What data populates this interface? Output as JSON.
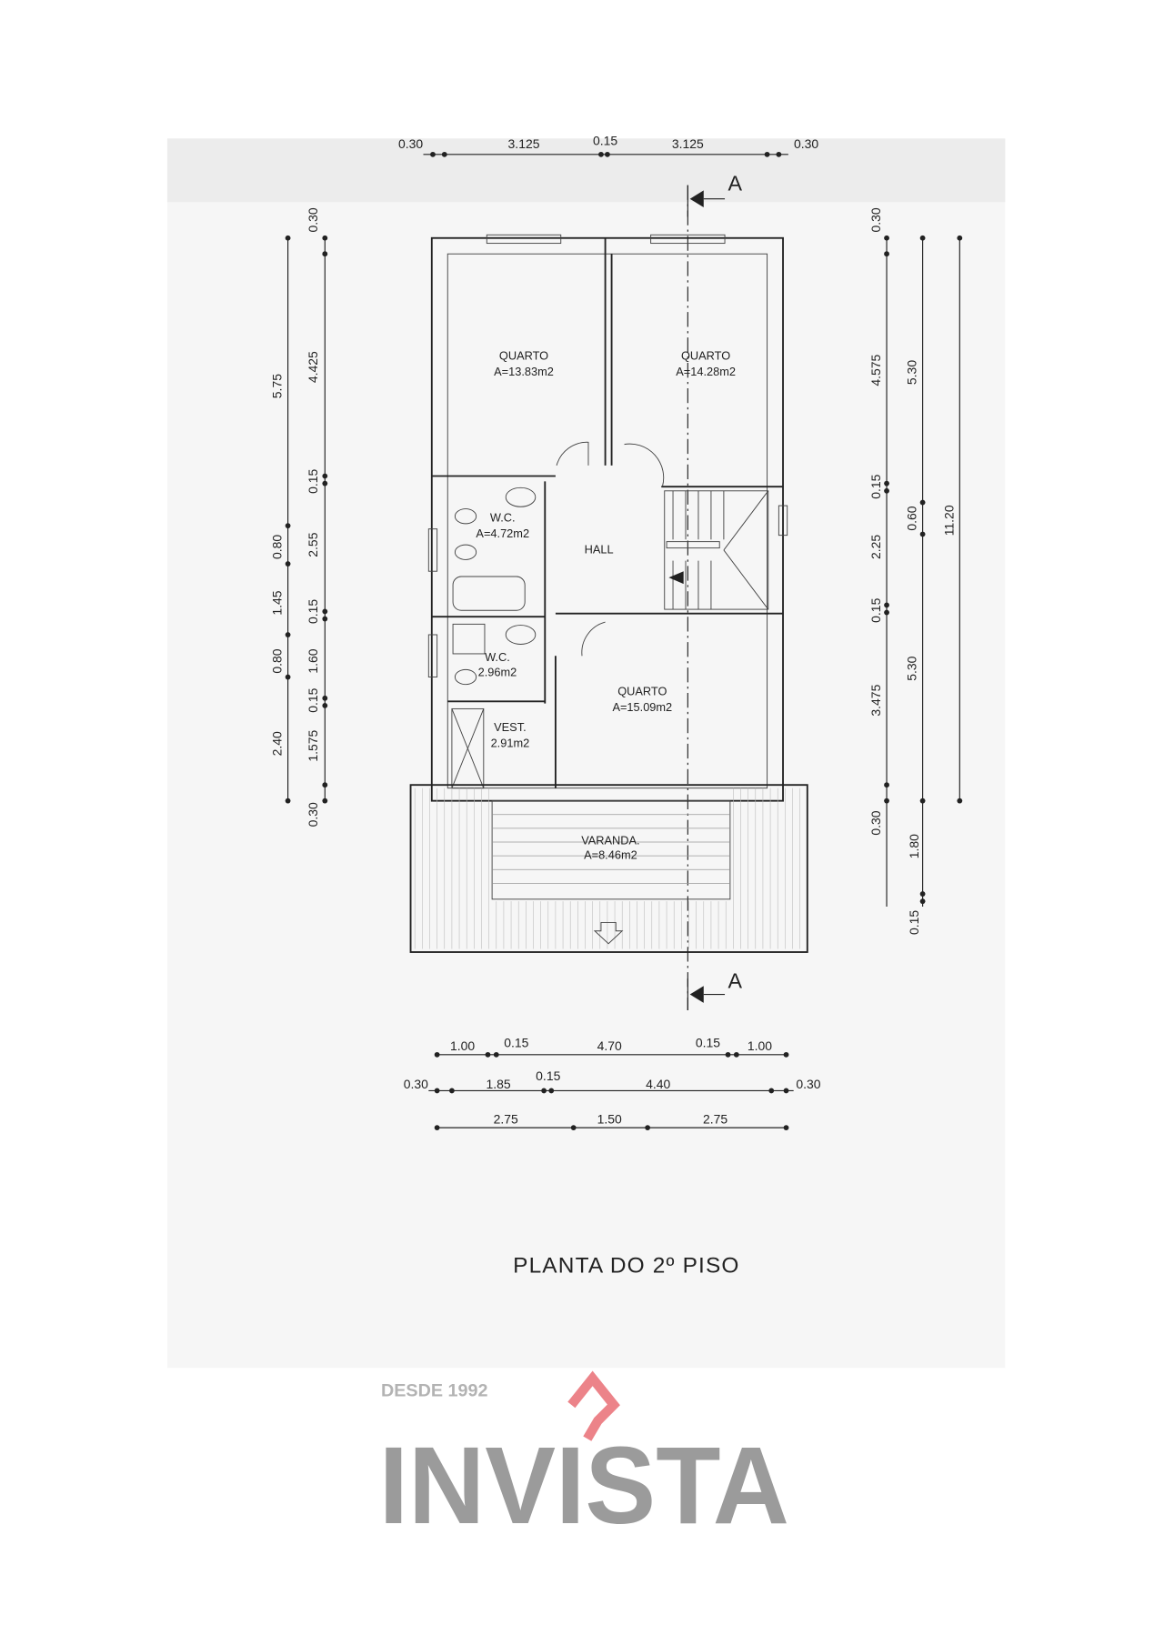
{
  "title": "PLANTA DO 2º PISO",
  "section_marker": "A",
  "watermark": {
    "brand": "INVISTA",
    "tagline": "DESDE 1992",
    "brand_color": "#7a7a7a",
    "accent_color": "#e0313a"
  },
  "rooms": [
    {
      "name": "QUARTO",
      "area": "A=13.83m2"
    },
    {
      "name": "QUARTO",
      "area": "A=14.28m2"
    },
    {
      "name": "W.C.",
      "area": "A=4.72m2"
    },
    {
      "name": "HALL"
    },
    {
      "name": "W.C.",
      "area": "2.96m2"
    },
    {
      "name": "QUARTO",
      "area": "A=15.09m2"
    },
    {
      "name": "VEST.",
      "area": "2.91m2"
    },
    {
      "name": "VARANDA.",
      "area": "A=8.46m2"
    }
  ],
  "dimensions": {
    "top": [
      "0.30",
      "3.125",
      "0.15",
      "3.125",
      "0.30"
    ],
    "left_outer": [
      "5.75",
      "0.80",
      "1.45",
      "0.80",
      "2.40"
    ],
    "left_inner": [
      "0.30",
      "4.425",
      "0.15",
      "2.55",
      "0.15",
      "1.60",
      "0.15",
      "1.575",
      "0.30"
    ],
    "right_inner": [
      "0.30",
      "4.575",
      "0.15",
      "2.25",
      "0.15",
      "3.475",
      "0.30",
      "1.80",
      "0.15"
    ],
    "right_middle": [
      "5.30",
      "0.60",
      "5.30"
    ],
    "right_outer": [
      "11.20"
    ],
    "bottom_row1": [
      "1.00",
      "0.15",
      "4.70",
      "0.15",
      "1.00"
    ],
    "bottom_row2": [
      "0.30",
      "1.85",
      "0.15",
      "4.40",
      "0.30"
    ],
    "bottom_row3": [
      "2.75",
      "1.50",
      "2.75"
    ]
  }
}
